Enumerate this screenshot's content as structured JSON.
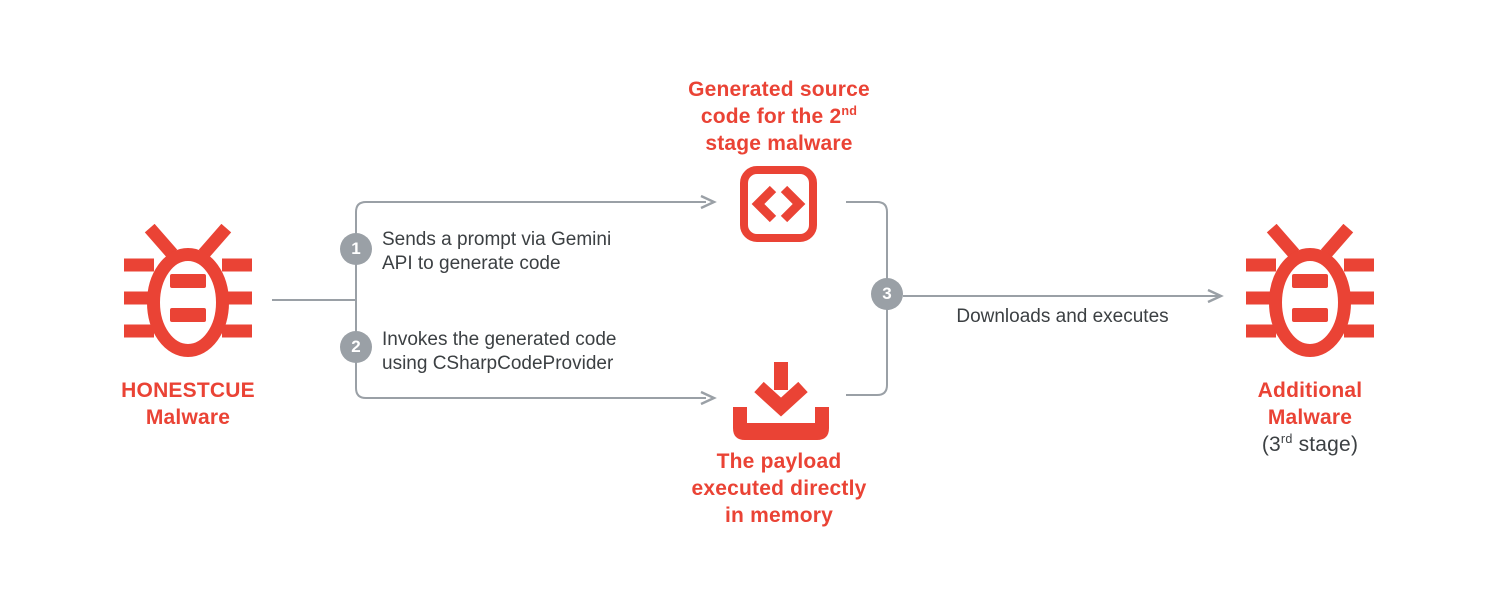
{
  "colors": {
    "malware_red": "#EA4335",
    "line_gray": "#9AA0A6",
    "circle_gray": "#9AA0A6",
    "text_dark": "#3C4043"
  },
  "nodes": {
    "honestcue": {
      "icon": "bug-icon",
      "title_line1": "HONESTCUE",
      "title_line2": "Malware"
    },
    "generated_source": {
      "icon": "code-icon",
      "line1": "Generated source",
      "line2_base": "code for the 2",
      "line2_sup": "nd",
      "line3": "stage malware"
    },
    "payload": {
      "icon": "download-icon",
      "line1": "The payload",
      "line2": "executed directly",
      "line3": "in memory"
    },
    "additional_malware": {
      "icon": "bug-icon",
      "title_line1": "Additional",
      "title_line2": "Malware",
      "subtitle_base": "(3",
      "subtitle_sup": "rd",
      "subtitle_rest": " stage)"
    }
  },
  "steps": [
    {
      "number": "1",
      "label_line1": "Sends a prompt via Gemini",
      "label_line2": "API to generate code"
    },
    {
      "number": "2",
      "label_line1": "Invokes the generated code",
      "label_line2": "using CSharpCodeProvider"
    },
    {
      "number": "3",
      "label": "Downloads and executes"
    }
  ]
}
